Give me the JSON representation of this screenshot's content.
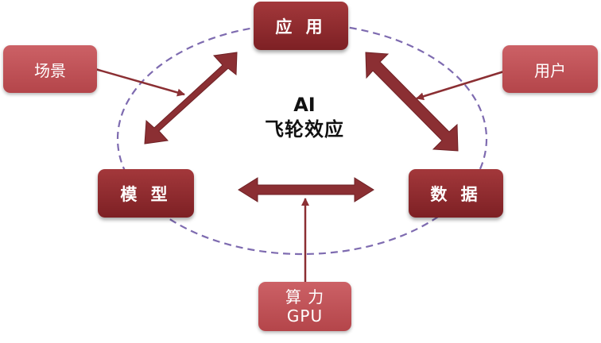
{
  "nodes": {
    "app": "应 用",
    "model": "模 型",
    "data": "数 据",
    "scene": "场景",
    "user": "用户",
    "gpu_line1": "算 力",
    "gpu_line2": "GPU"
  },
  "center": {
    "line1": "AI",
    "line2": "飞轮效应"
  },
  "colors": {
    "core_box": "#8f2a2e",
    "aux_box": "#c0494e",
    "arrow": "#8b2f33",
    "ellipse_dash": "#7e6bb0"
  }
}
